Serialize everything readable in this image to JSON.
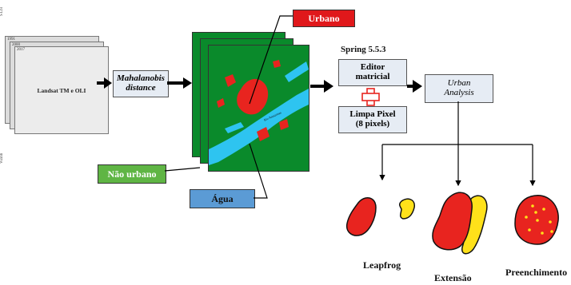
{
  "side_labels": {
    "top": "S Lbl",
    "middle": "Vizinh"
  },
  "stack_years": [
    "1991",
    "2000",
    "2017"
  ],
  "landsat_label": "Landsat TM e OLI",
  "mahalanobis": {
    "line1": "Mahalanobis",
    "line2": "distance"
  },
  "map_inline_text": "Rio Amazonas",
  "classes": {
    "urbano": "Urbano",
    "nao_urbano": "Não urbano",
    "agua": "Água"
  },
  "spring": {
    "version": "Spring 5.5.3",
    "editor_line1": "Editor",
    "editor_line2": "matricial",
    "limpa_line1": "Limpa Pixel",
    "limpa_line2": "(8 pixels)"
  },
  "urban_analysis": {
    "line1": "Urban",
    "line2": "Analysis"
  },
  "growth_types": [
    "Leapfrog",
    "Extensão",
    "Preenchimento"
  ],
  "colors": {
    "urban_red": "#e8241f",
    "green": "#0a8a2b",
    "water": "#2ec4f0",
    "yellow": "#ffe11a",
    "tag_urbano": "#e0181b",
    "tag_nao_urbano": "#5fb544",
    "tag_agua": "#5b9bd5",
    "box_fill": "#e6ecf4"
  }
}
